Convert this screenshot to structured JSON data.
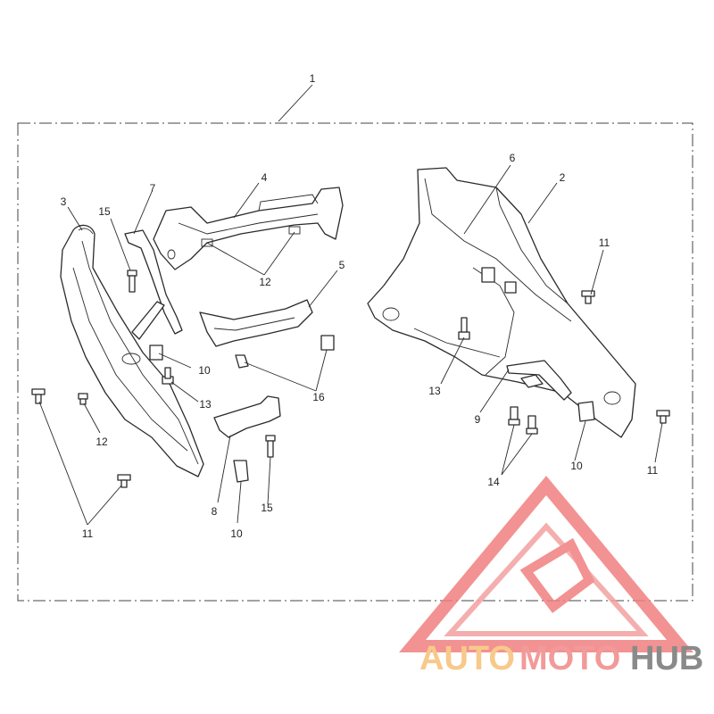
{
  "diagram": {
    "callouts": [
      {
        "id": "c1",
        "label": "1"
      },
      {
        "id": "c2",
        "label": "2"
      },
      {
        "id": "c3",
        "label": "3"
      },
      {
        "id": "c4",
        "label": "4"
      },
      {
        "id": "c5",
        "label": "5"
      },
      {
        "id": "c6",
        "label": "6"
      },
      {
        "id": "c7",
        "label": "7"
      },
      {
        "id": "c8",
        "label": "8"
      },
      {
        "id": "c9",
        "label": "9"
      },
      {
        "id": "c10a",
        "label": "10"
      },
      {
        "id": "c10b",
        "label": "10"
      },
      {
        "id": "c10c",
        "label": "10"
      },
      {
        "id": "c11a",
        "label": "11"
      },
      {
        "id": "c11b",
        "label": "11"
      },
      {
        "id": "c11c",
        "label": "11"
      },
      {
        "id": "c12a",
        "label": "12"
      },
      {
        "id": "c12b",
        "label": "12"
      },
      {
        "id": "c13a",
        "label": "13"
      },
      {
        "id": "c13b",
        "label": "13"
      },
      {
        "id": "c14",
        "label": "14"
      },
      {
        "id": "c15a",
        "label": "15"
      },
      {
        "id": "c15b",
        "label": "15"
      },
      {
        "id": "c16",
        "label": "16"
      }
    ]
  },
  "watermark": {
    "part1": "AUTO",
    "part2": "MOTO",
    "part3": "HUB",
    "colors": {
      "auto": "#f7c98a",
      "moto": "#f29a9a",
      "hub": "#8a8a8a",
      "logo": "#f08080"
    }
  }
}
